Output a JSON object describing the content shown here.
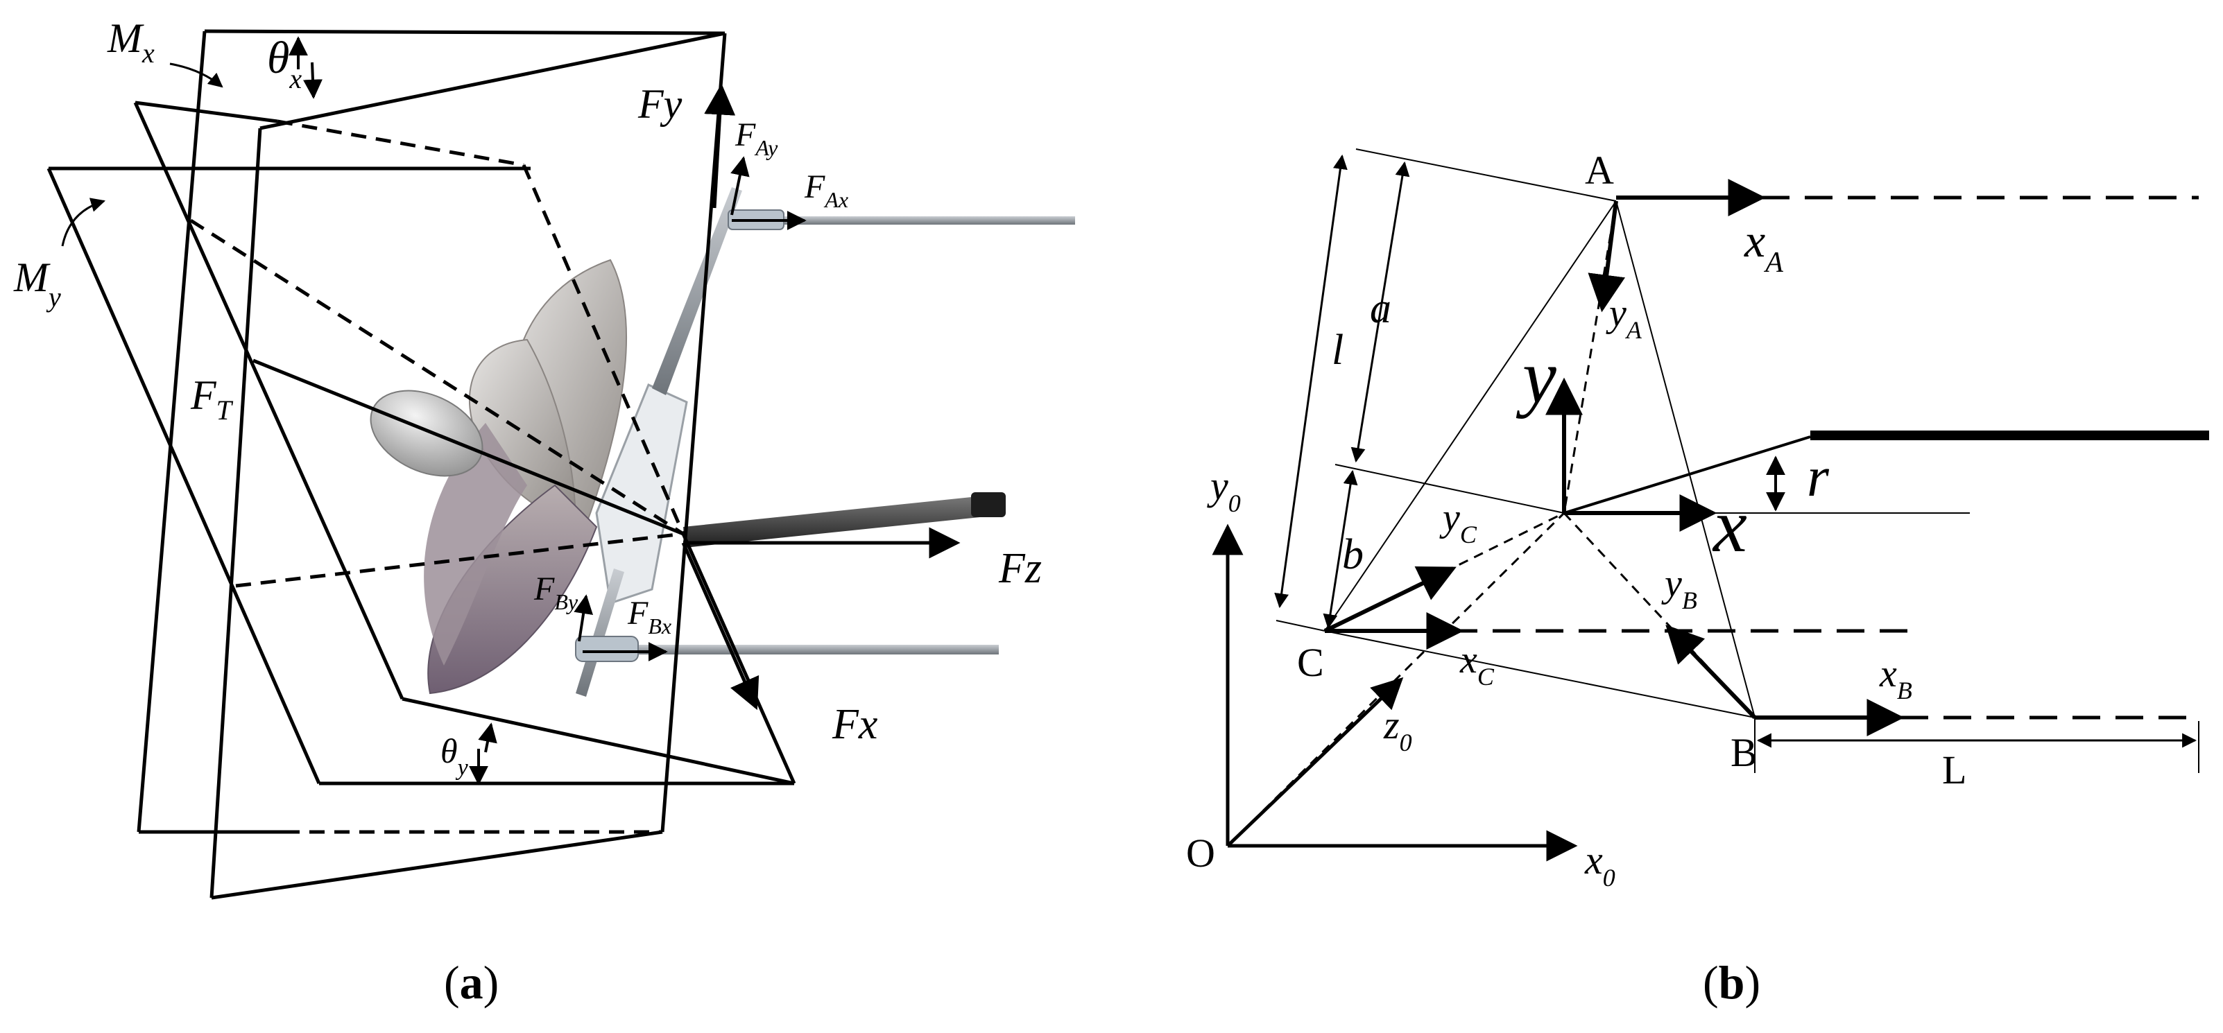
{
  "panel_a": {
    "caption_open": "(",
    "caption_letter": "a",
    "caption_close": ")",
    "labels": {
      "Mx": "M",
      "Mx_sub": "x",
      "theta_x": "θ",
      "theta_x_sub": "x",
      "My": "M",
      "My_sub": "y",
      "FT": "F",
      "FT_sub": "T",
      "Fy": "Fy",
      "FAy": "F",
      "FAy_sub": "Ay",
      "FAx": "F",
      "FAx_sub": "Ax",
      "FBy": "F",
      "FBy_sub": "By",
      "FBx": "F",
      "FBx_sub": "Bx",
      "Fz": "Fz",
      "Fx": "Fx",
      "theta_y": "θ",
      "theta_y_sub": "y"
    }
  },
  "panel_b": {
    "caption_open": "(",
    "caption_letter": "b",
    "caption_close": ")",
    "labels": {
      "A": "A",
      "B": "B",
      "C": "C",
      "O": "O",
      "xA": "x",
      "xA_sub": "A",
      "yA": "y",
      "yA_sub": "A",
      "xB": "x",
      "xB_sub": "B",
      "yB": "y",
      "yB_sub": "B",
      "xC": "x",
      "xC_sub": "C",
      "yC": "y",
      "yC_sub": "C",
      "y": "y",
      "x": "x",
      "r": "r",
      "a": "a",
      "b": "b",
      "l": "l",
      "L": "L",
      "y0": "y",
      "y0_sub": "0",
      "x0": "x",
      "x0_sub": "0",
      "z0": "z",
      "z0_sub": "0"
    }
  }
}
